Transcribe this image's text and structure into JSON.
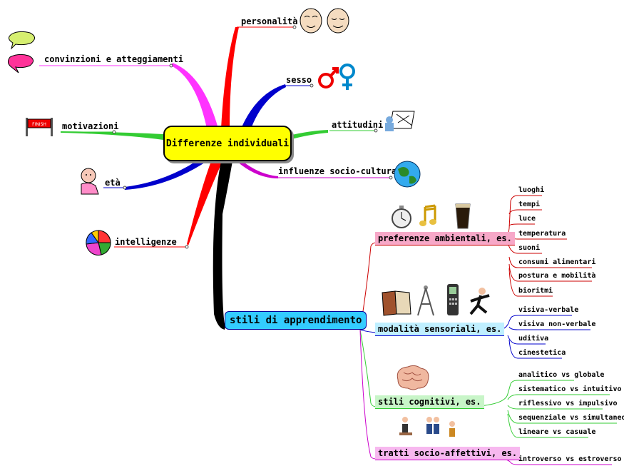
{
  "center": {
    "label": "Differenze individuali"
  },
  "branches": [
    {
      "label": "personalità"
    },
    {
      "label": "convinzioni e atteggiamenti"
    },
    {
      "label": "sesso"
    },
    {
      "label": "attitudini"
    },
    {
      "label": "motivazioni"
    },
    {
      "label": "influenze socio-culturali"
    },
    {
      "label": "età"
    },
    {
      "label": "intelligenze"
    }
  ],
  "stili": {
    "label": "stili di apprendimento",
    "groups": [
      {
        "label": "preferenze ambientali, es.",
        "items": [
          "luoghi",
          "tempi",
          "luce",
          "temperatura",
          "suoni",
          "consumi alimentari",
          "postura e mobilità",
          "bioritmi"
        ]
      },
      {
        "label": "modalità sensoriali, es.",
        "items": [
          "visiva-verbale",
          "visiva non-verbale",
          "uditiva",
          "cinestetica"
        ]
      },
      {
        "label": "stili cognitivi, es.",
        "items": [
          "analitico vs globale",
          "sistematico vs intuitivo",
          "riflessivo vs impulsivo",
          "sequenziale vs simultaneo",
          "lineare vs casuale"
        ]
      },
      {
        "label": "tratti socio-affettivi, es.",
        "items": [
          "introverso vs estroverso"
        ]
      }
    ]
  },
  "colors": {
    "center_fill": "#ffff00",
    "stili_fill": "#33ccff",
    "preferenze_fill": "#f7a8c8",
    "modalita_fill": "#bfefff",
    "cognitivi_fill": "#c8f5c8",
    "socio_fill": "#f7b8ef"
  },
  "icons": [
    "faces-icon",
    "speech-bubbles-icon",
    "gender-symbols-icon",
    "drawing-tools-icon",
    "finish-banner-icon",
    "globe-icon",
    "baby-icon",
    "pie-chart-icon",
    "stopwatch-icon",
    "music-note-icon",
    "drink-glass-icon",
    "book-icon",
    "compass-icon",
    "mobile-phone-icon",
    "dancer-icon",
    "brain-icon",
    "people-meeting-icon"
  ]
}
